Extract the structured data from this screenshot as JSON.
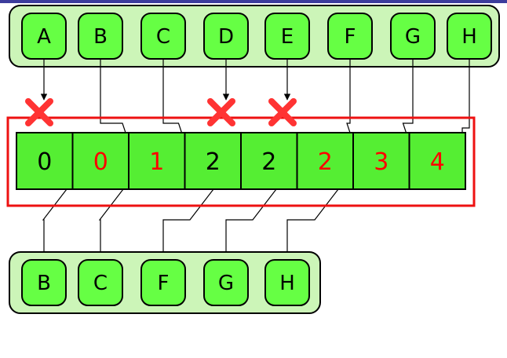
{
  "source_nodes": [
    "A",
    "B",
    "C",
    "D",
    "E",
    "F",
    "G",
    "H"
  ],
  "cells": [
    {
      "value": "0",
      "color": "#000000"
    },
    {
      "value": "0",
      "color": "#ff0000"
    },
    {
      "value": "1",
      "color": "#ff0000"
    },
    {
      "value": "2",
      "color": "#000000"
    },
    {
      "value": "2",
      "color": "#000000"
    },
    {
      "value": "2",
      "color": "#ff0000"
    },
    {
      "value": "3",
      "color": "#ff0000"
    },
    {
      "value": "4",
      "color": "#ff0000"
    }
  ],
  "removed": [
    "A",
    "D",
    "E"
  ],
  "result_nodes": [
    "B",
    "C",
    "F",
    "G",
    "H"
  ],
  "colors": {
    "node_fill": "#66ff44",
    "panel_fill": "#ccf5b8",
    "cell_fill": "#55ee33",
    "highlight_border": "#ee1111",
    "cross": "#ff3333"
  }
}
